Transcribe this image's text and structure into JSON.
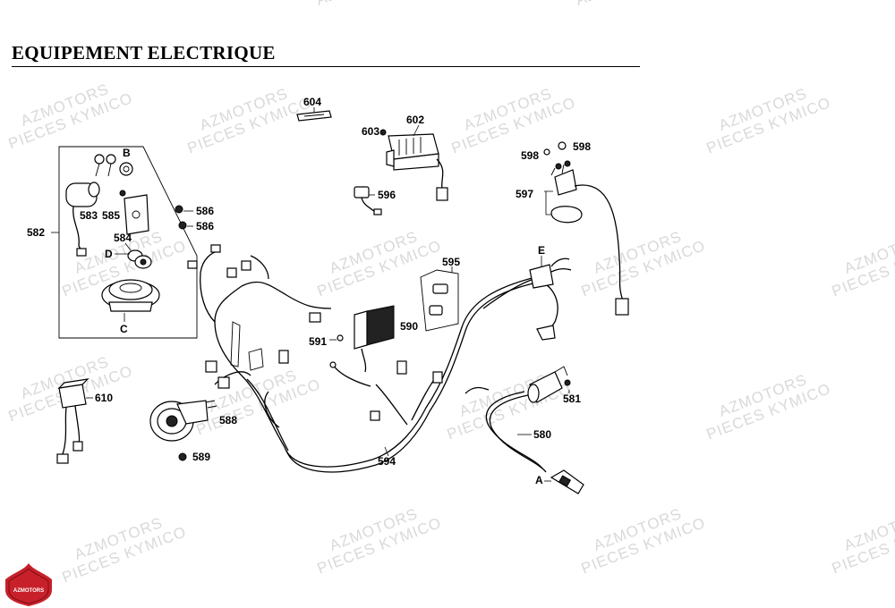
{
  "page": {
    "title": "EQUIPEMENT ELECTRIQUE"
  },
  "watermark": {
    "line1": "AZMOTORS",
    "line2": "PIECES KYMICO"
  },
  "logo": {
    "text": "AZMOTORS",
    "color": "#c8202a"
  },
  "labels": {
    "p604": "604",
    "p602": "602",
    "p603": "603",
    "p582": "582",
    "p583": "583",
    "p585": "585",
    "p584": "584",
    "p586a": "586",
    "p586b": "586",
    "p596": "596",
    "p598a": "598",
    "p598b": "598",
    "p597": "597",
    "p595": "595",
    "p590": "590",
    "p591": "591",
    "p610": "610",
    "p588": "588",
    "p589": "589",
    "p594": "594",
    "p581": "581",
    "p580": "580",
    "lB": "B",
    "lD": "D",
    "lC": "C",
    "lE": "E",
    "lA": "A"
  }
}
